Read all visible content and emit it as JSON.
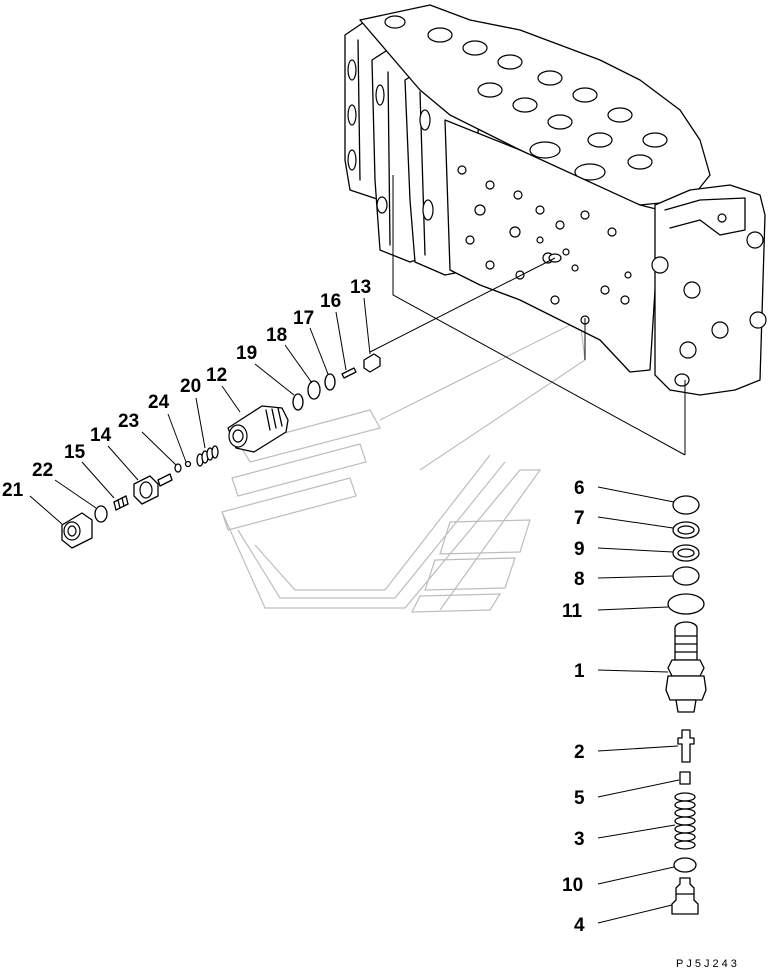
{
  "callouts": {
    "c1": "1",
    "c2": "2",
    "c3": "3",
    "c4": "4",
    "c5": "5",
    "c6": "6",
    "c7": "7",
    "c8": "8",
    "c9": "9",
    "c10": "10",
    "c11": "11",
    "c12": "12",
    "c13": "13",
    "c14": "14",
    "c15": "15",
    "c16": "16",
    "c17": "17",
    "c18": "18",
    "c19": "19",
    "c20": "20",
    "c21": "21",
    "c22": "22",
    "c23": "23",
    "c24": "24"
  },
  "drawing_code": "PJ5J243"
}
